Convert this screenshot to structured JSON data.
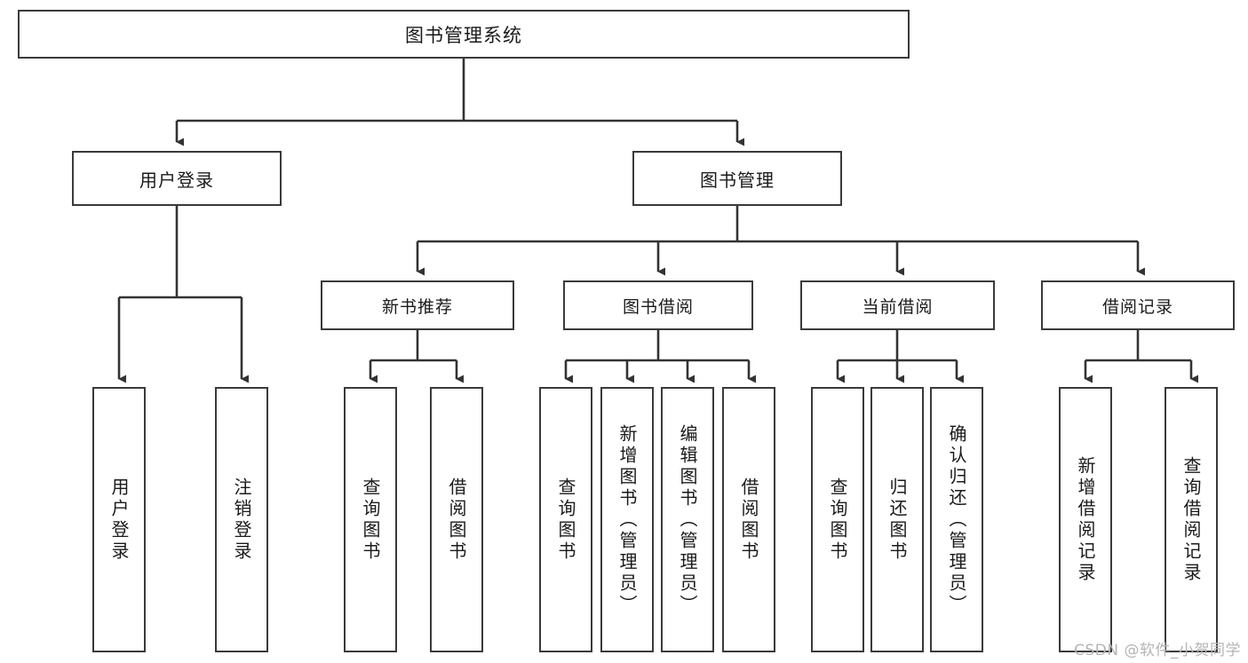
{
  "diagram": {
    "title": "图书管理系统",
    "type": "tree-hierarchy",
    "orientation": "top-down",
    "colors": {
      "box_border": "#3a3a3a",
      "box_fill": "#ffffff",
      "connector": "#333333",
      "text": "#1a1a1a",
      "watermark": "#b4b4b4",
      "background": "#ffffff"
    }
  },
  "root": {
    "label": "图书管理系统"
  },
  "level1": [
    {
      "label": "用户登录"
    },
    {
      "label": "图书管理"
    }
  ],
  "level2": [
    {
      "label": "新书推荐"
    },
    {
      "label": "图书借阅"
    },
    {
      "label": "当前借阅"
    },
    {
      "label": "借阅记录"
    }
  ],
  "leaves": {
    "user_login": [
      {
        "label": "用户登录"
      },
      {
        "label": "注销登录"
      }
    ],
    "new_book_recommend": [
      {
        "label": "查询图书"
      },
      {
        "label": "借阅图书"
      }
    ],
    "book_borrow": [
      {
        "label": "查询图书"
      },
      {
        "label": "新增图书（管理员）"
      },
      {
        "label": "编辑图书（管理员）"
      },
      {
        "label": "借阅图书"
      }
    ],
    "current_borrow": [
      {
        "label": "查询图书"
      },
      {
        "label": "归还图书"
      },
      {
        "label": "确认归还（管理员）"
      }
    ],
    "borrow_record": [
      {
        "label": "新增借阅记录"
      },
      {
        "label": "查询借阅记录"
      }
    ]
  },
  "watermark": {
    "text": "CSDN @软件_小贺同学"
  }
}
